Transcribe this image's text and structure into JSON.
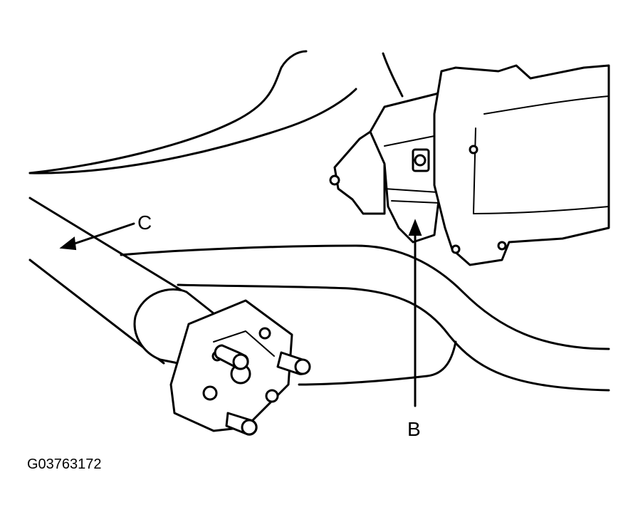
{
  "labels": {
    "callout_c": "C",
    "callout_b": "B",
    "figure_id": "G03763172"
  }
}
